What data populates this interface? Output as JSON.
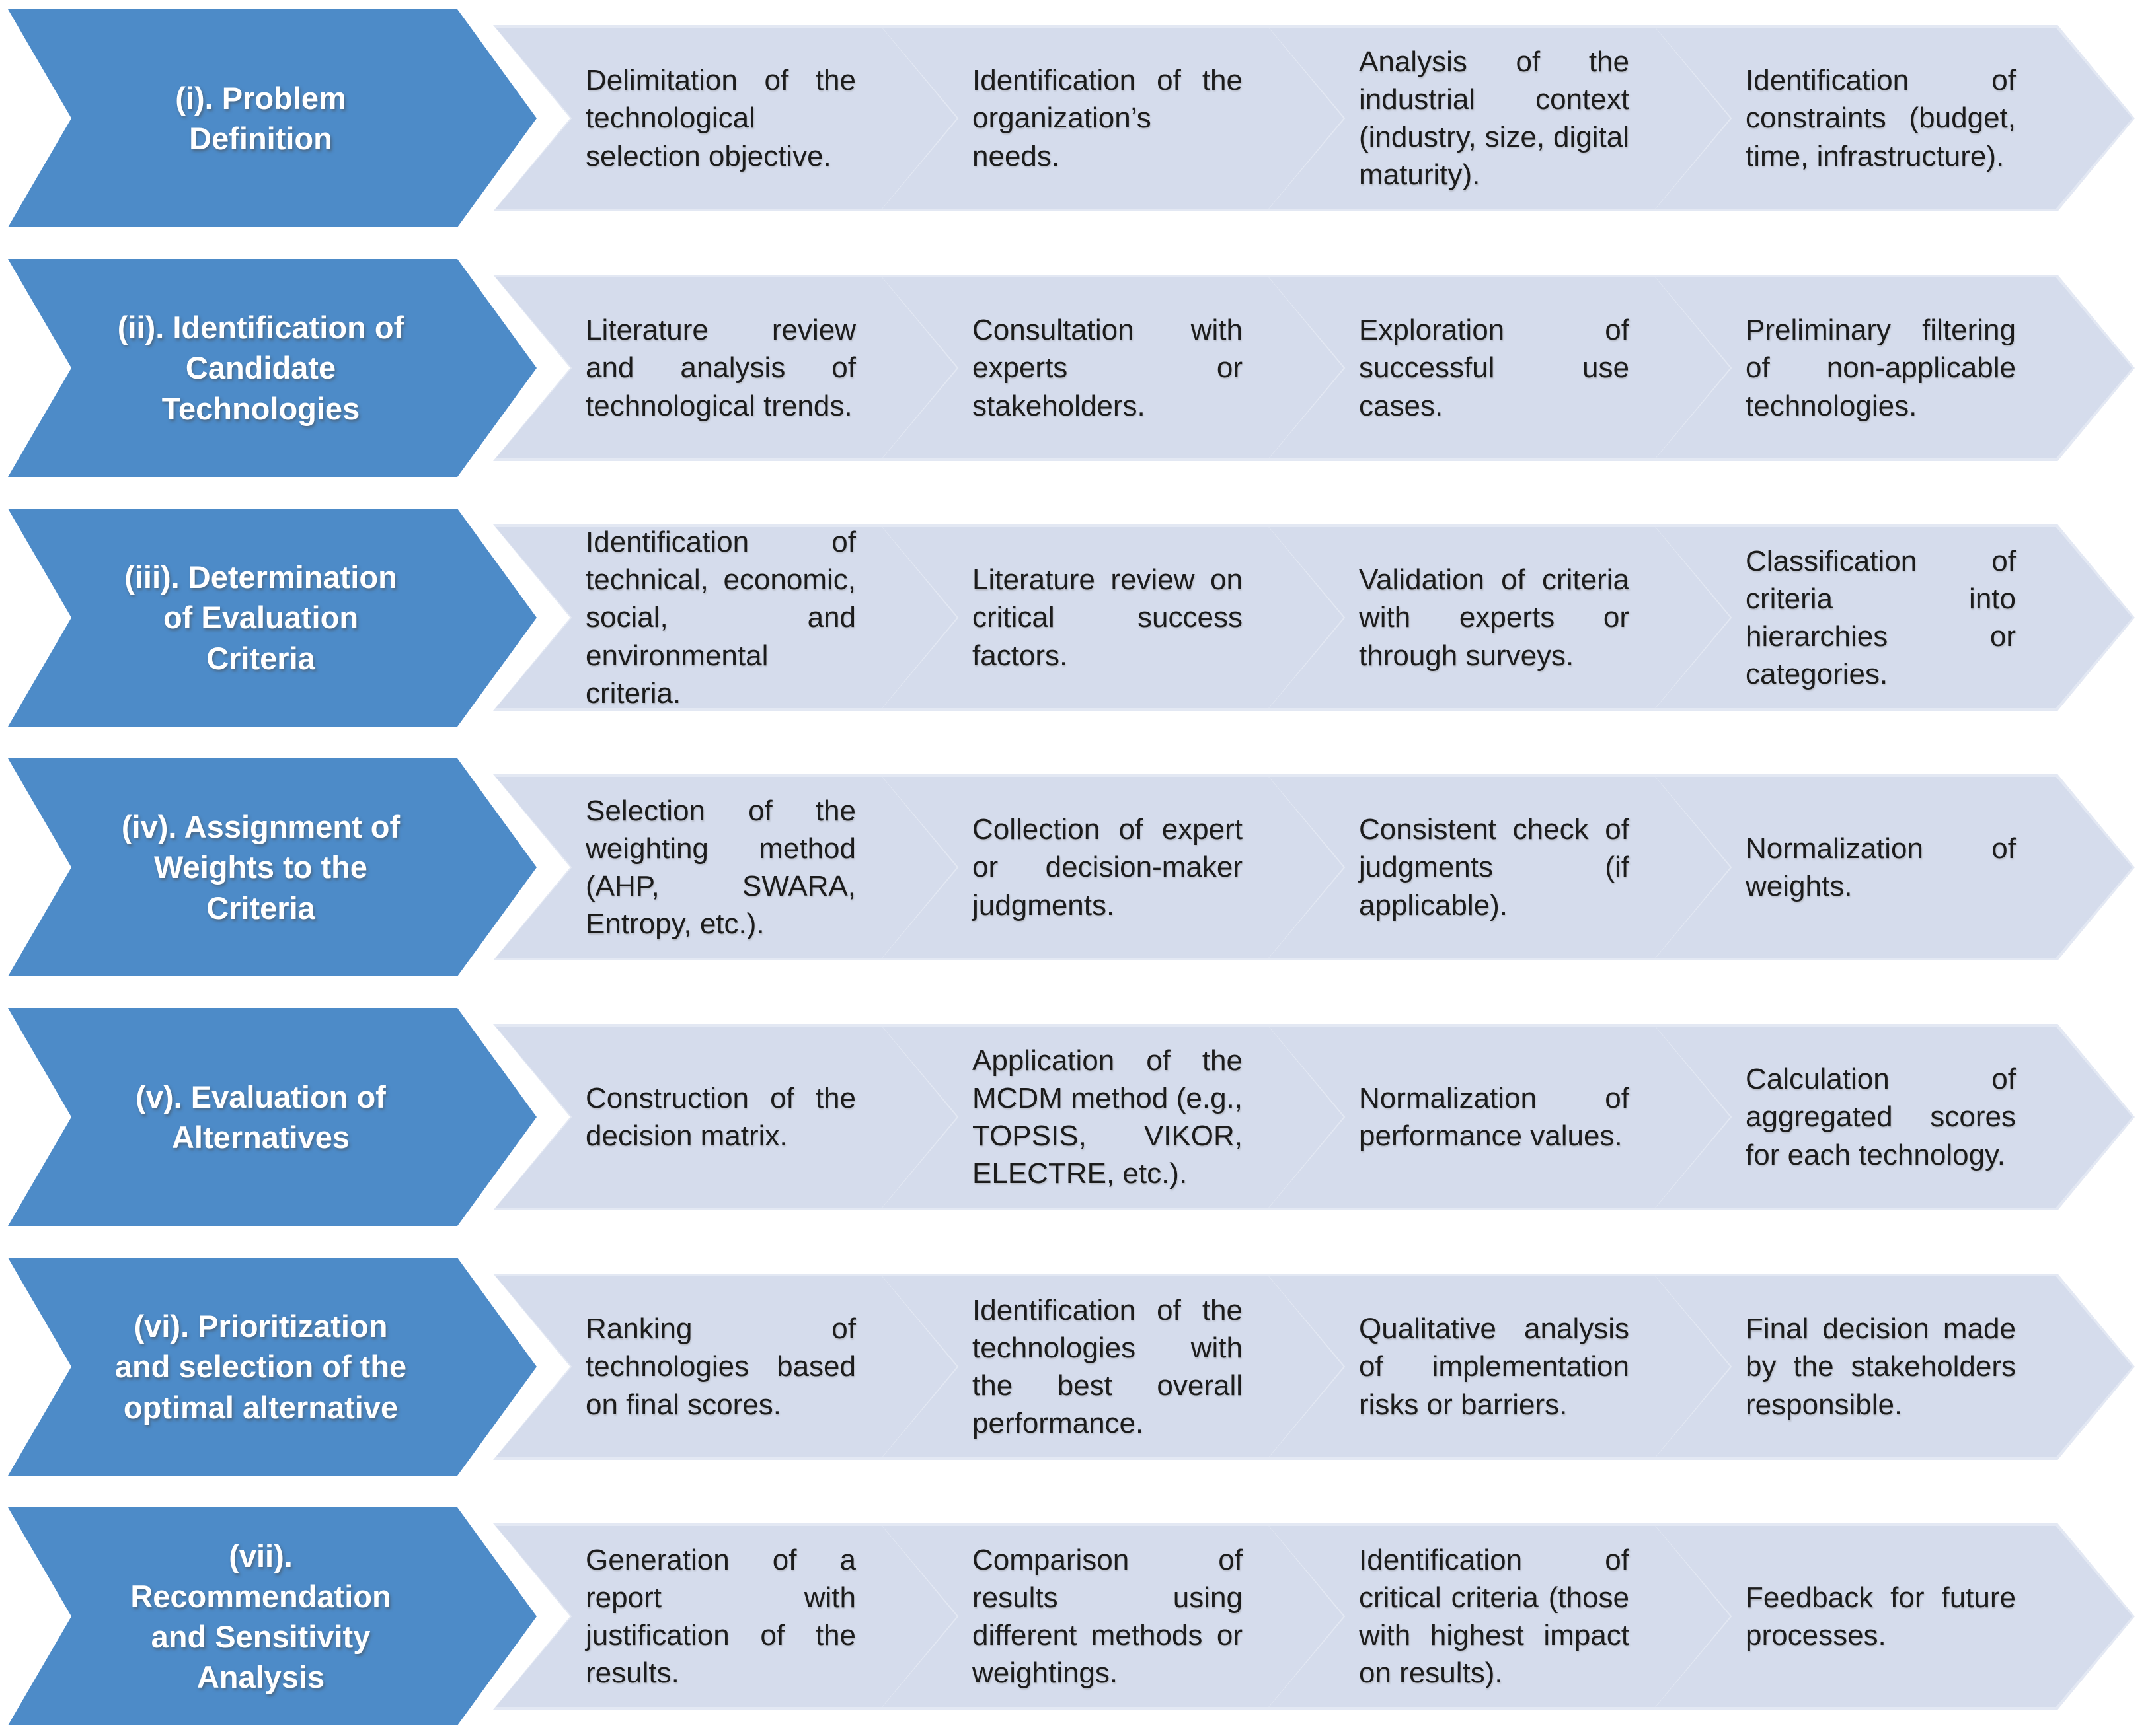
{
  "colors": {
    "step_blue": "#4D8BC8",
    "substep_fill": "#D5DCEC",
    "substep_rim": "#E3E8F3",
    "text": "#1C1C1C",
    "title_text": "#FFFFFF",
    "background": "#FFFFFF"
  },
  "rows": [
    {
      "title": "(i). Problem Definition",
      "steps": [
        "Delimitation of the technological selection objective.",
        "Identification of the organization’s needs.",
        "Analysis of the industrial context (industry, size, digital maturity).",
        "Identification of constraints (budget, time, infrastructure)."
      ]
    },
    {
      "title": "(ii). Identification of Candidate Technologies",
      "steps": [
        "Literature review and analysis of technological trends.",
        "Consultation with experts or stakeholders.",
        "Exploration of successful use cases.",
        "Preliminary filtering of non-applicable technologies."
      ]
    },
    {
      "title": "(iii). Determination of Evaluation Criteria",
      "steps": [
        "Identification of technical, economic, social, and environmental criteria.",
        "Literature review on critical success factors.",
        "Validation of criteria with experts or through surveys.",
        "Classification of criteria into hierarchies or categories."
      ]
    },
    {
      "title": "(iv). Assignment of Weights to the Criteria",
      "steps": [
        "Selection of the weighting method (AHP, SWARA, Entropy, etc.).",
        "Collection of expert or decision-maker judgments.",
        "Consistent check of judgments (if applicable).",
        "Normalization of weights."
      ]
    },
    {
      "title": "(v). Evaluation of Alternatives",
      "steps": [
        "Construction of the decision matrix.",
        "Application of the MCDM method (e.g., TOPSIS, VIKOR, ELECTRE, etc.).",
        "Normalization of performance values.",
        "Calculation of aggregated scores for each technology."
      ]
    },
    {
      "title": "(vi). Prioritization and selection of the optimal alternative",
      "steps": [
        "Ranking of technologies based on final scores.",
        "Identification of the technologies with the best overall performance.",
        "Qualitative analysis of implementation risks or barriers.",
        "Final decision made by the stakeholders responsible."
      ]
    },
    {
      "title": "(vii). Recommendation and Sensitivity Analysis",
      "steps": [
        "Generation of a report with justification of the results.",
        "Comparison of results using different methods or weightings.",
        "Identification of critical criteria (those with highest impact on results).",
        "Feedback for future processes."
      ]
    }
  ]
}
